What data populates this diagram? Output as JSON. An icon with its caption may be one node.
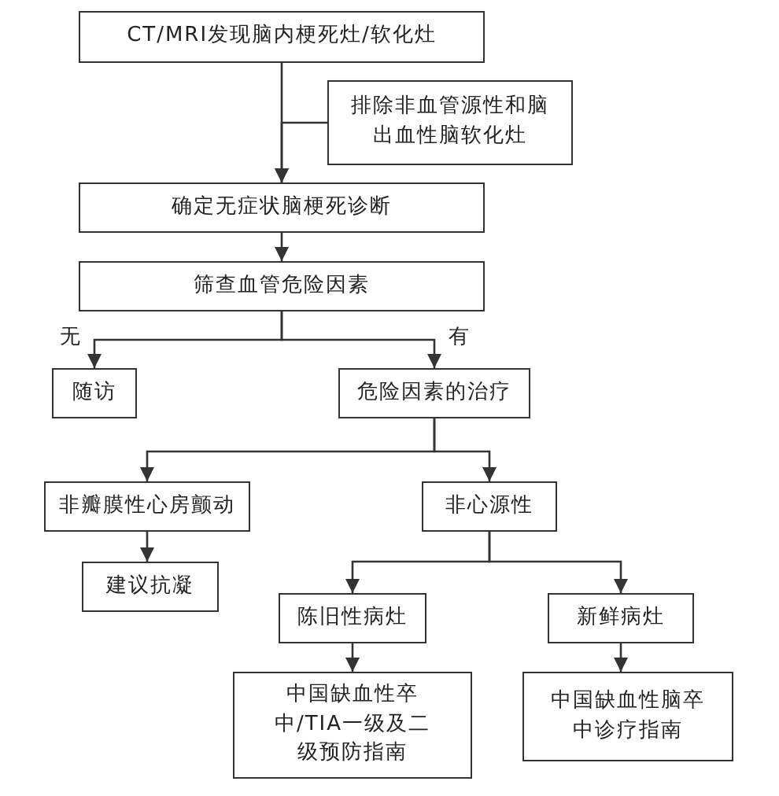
{
  "diagram": {
    "nodes": [
      {
        "text": [
          "CT/MRI发现脑内梗死灶/软化灶"
        ]
      },
      {
        "text": [
          "排除非血管源性和脑出血性脑软化灶"
        ]
      },
      {
        "text": [
          "确定无症状脑梗死诊断"
        ]
      },
      {
        "text": [
          "筛查血管危险因素"
        ]
      },
      {
        "text": [
          "随访"
        ]
      },
      {
        "text": [
          "危险因素的治疗"
        ]
      },
      {
        "text": [
          "非瓣膜性心房颤动"
        ]
      },
      {
        "text": [
          "非心源性"
        ]
      },
      {
        "text": [
          "建议抗凝"
        ]
      },
      {
        "text": [
          "陈旧性病灶"
        ]
      },
      {
        "text": [
          "新鲜病灶"
        ]
      },
      {
        "text": [
          "中国缺血性卒中/TIA一级及二级预防指南"
        ]
      },
      {
        "text": [
          "中国缺血性脑卒中诊疗指南"
        ]
      }
    ],
    "edges": [
      {
        "from": 0,
        "to": 2,
        "arrow": "to"
      },
      {
        "from": 1,
        "to": 2,
        "arrow": "to"
      },
      {
        "from": 2,
        "to": 3,
        "arrow": "to"
      },
      {
        "from": 3,
        "to": 4,
        "arrow": "to",
        "label": "无"
      },
      {
        "from": 3,
        "to": 5,
        "arrow": "to",
        "label": "有"
      },
      {
        "from": 5,
        "to": 6,
        "arrow": "to"
      },
      {
        "from": 5,
        "to": 7,
        "arrow": "to"
      },
      {
        "from": 6,
        "to": 8,
        "arrow": "to"
      },
      {
        "from": 7,
        "to": 9,
        "arrow": "to"
      },
      {
        "from": 7,
        "to": 10,
        "arrow": "to"
      },
      {
        "from": 9,
        "to": 11,
        "arrow": "to"
      },
      {
        "from": 10,
        "to": 12,
        "arrow": "to"
      }
    ]
  }
}
